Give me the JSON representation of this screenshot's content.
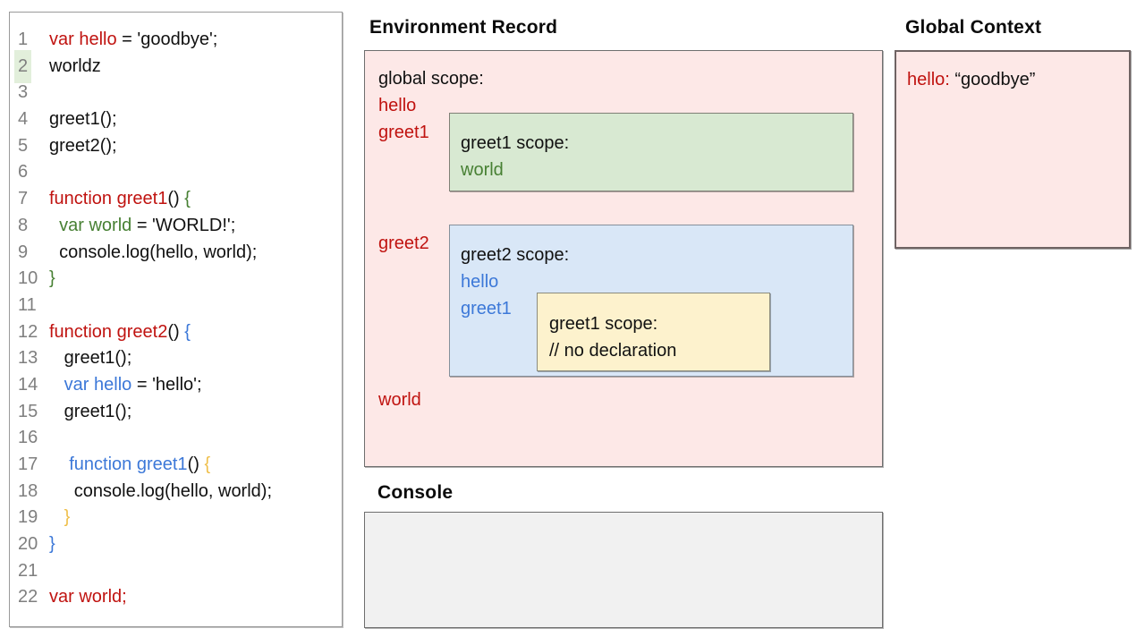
{
  "colors": {
    "red": "#c01310",
    "green": "#478033",
    "blue": "#3c78d8",
    "yellow": "#efbf4a",
    "pink_bg": "#fde8e7",
    "green_bg": "#d8e9d2",
    "blue_bg": "#d9e7f7",
    "yellow_bg": "#fdf2cd",
    "console_bg": "#f1f1f1",
    "line_hl": "#e2efdb"
  },
  "code_panel": {
    "lines": [
      {
        "n": "1",
        "seg": [
          {
            "t": "var hello",
            "c": "red"
          },
          {
            "t": " = 'goodbye';",
            "c": "k"
          }
        ]
      },
      {
        "n": "2",
        "hl": true,
        "seg": [
          {
            "t": "worldz",
            "c": "k"
          }
        ]
      },
      {
        "n": "3",
        "seg": []
      },
      {
        "n": "4",
        "seg": [
          {
            "t": "greet1();",
            "c": "k"
          }
        ]
      },
      {
        "n": "5",
        "seg": [
          {
            "t": "greet2();",
            "c": "k"
          }
        ]
      },
      {
        "n": "6",
        "seg": []
      },
      {
        "n": "7",
        "seg": [
          {
            "t": "function greet1",
            "c": "red"
          },
          {
            "t": "() ",
            "c": "k"
          },
          {
            "t": "{",
            "c": "green"
          }
        ]
      },
      {
        "n": "8",
        "seg": [
          {
            "t": "  ",
            "c": "k"
          },
          {
            "t": "var world",
            "c": "green"
          },
          {
            "t": " = 'WORLD!';",
            "c": "k"
          }
        ]
      },
      {
        "n": "9",
        "seg": [
          {
            "t": "  console.log(hello, world);",
            "c": "k"
          }
        ]
      },
      {
        "n": "10",
        "seg": [
          {
            "t": "}",
            "c": "green"
          }
        ]
      },
      {
        "n": "11",
        "seg": []
      },
      {
        "n": "12",
        "seg": [
          {
            "t": "function greet2",
            "c": "red"
          },
          {
            "t": "() ",
            "c": "k"
          },
          {
            "t": "{",
            "c": "blue"
          }
        ]
      },
      {
        "n": "13",
        "seg": [
          {
            "t": "   greet1();",
            "c": "k"
          }
        ]
      },
      {
        "n": "14",
        "seg": [
          {
            "t": "   ",
            "c": "k"
          },
          {
            "t": "var hello",
            "c": "blue"
          },
          {
            "t": " = 'hello';",
            "c": "k"
          }
        ]
      },
      {
        "n": "15",
        "seg": [
          {
            "t": "   greet1();",
            "c": "k"
          }
        ]
      },
      {
        "n": "16",
        "seg": []
      },
      {
        "n": "17",
        "seg": [
          {
            "t": "    ",
            "c": "k"
          },
          {
            "t": "function greet1",
            "c": "blue"
          },
          {
            "t": "() ",
            "c": "k"
          },
          {
            "t": "{",
            "c": "yellow"
          }
        ]
      },
      {
        "n": "18",
        "seg": [
          {
            "t": "     console.log(hello, world);",
            "c": "k"
          }
        ]
      },
      {
        "n": "19",
        "seg": [
          {
            "t": "   ",
            "c": "k"
          },
          {
            "t": "}",
            "c": "yellow"
          }
        ]
      },
      {
        "n": "20",
        "seg": [
          {
            "t": "}",
            "c": "blue"
          }
        ]
      },
      {
        "n": "21",
        "seg": []
      },
      {
        "n": "22",
        "seg": [
          {
            "t": "var world;",
            "c": "red"
          }
        ]
      }
    ]
  },
  "environment_record": {
    "title": "Environment Record",
    "global_scope_label": "global scope:",
    "vars": {
      "hello": "hello",
      "greet1": "greet1",
      "greet2": "greet2",
      "world": "world"
    },
    "greet1_scope": {
      "label": "greet1 scope:",
      "var_world": "world"
    },
    "greet2_scope": {
      "label": "greet2 scope:",
      "var_hello": "hello",
      "var_greet1": "greet1"
    },
    "inner_greet1_scope": {
      "label": "greet1 scope:",
      "comment": "// no declaration"
    }
  },
  "global_context": {
    "title": "Global Context",
    "entry_key": "hello:",
    "entry_value": "“goodbye”"
  },
  "console_panel": {
    "title": "Console"
  }
}
